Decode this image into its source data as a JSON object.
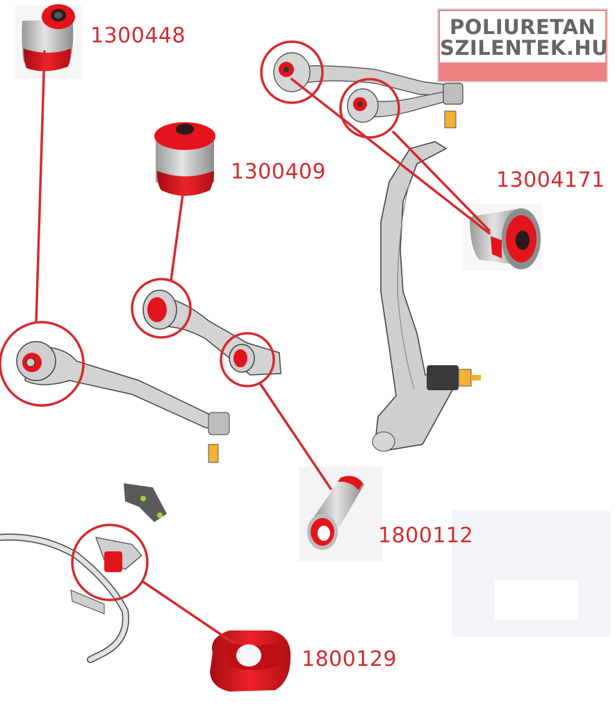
{
  "logo": {
    "line1": "POLIURETAN",
    "line2": "SZILENTEK.HU"
  },
  "parts": [
    {
      "id": "1300448"
    },
    {
      "id": "1300409"
    },
    {
      "id": "13004171"
    },
    {
      "id": "1800112"
    },
    {
      "id": "1800129"
    }
  ],
  "colors": {
    "callout_red": "#d42a2f",
    "poly_red": "#e0161c",
    "arm_gray": "#cfcfcf",
    "logo_pink": "#f07f80"
  }
}
